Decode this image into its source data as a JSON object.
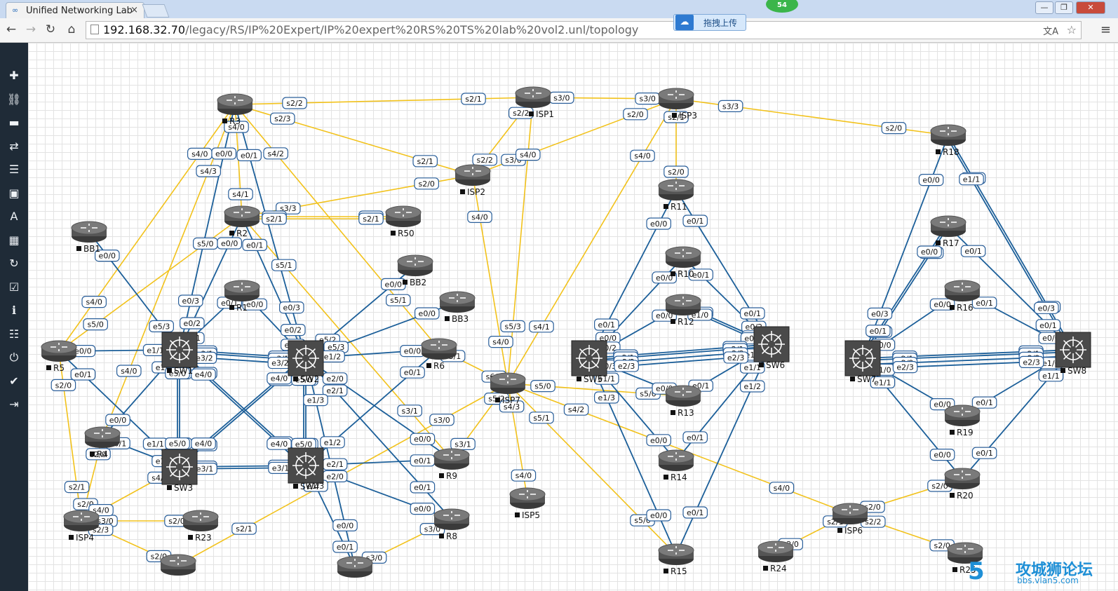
{
  "browser": {
    "tab_title": "Unified Networking Lab",
    "tab_close": "×",
    "url_host": "192.168.32.70",
    "url_path": "/legacy/RS/IP%20Expert/IP%20expert%20RS%20TS%20lab%20vol2.unl/topology",
    "notification_count": "54",
    "upload_button": "拖拽上传",
    "window_controls": [
      "—",
      "❐",
      "✕"
    ]
  },
  "sidebar": {
    "items": [
      {
        "name": "add-object-icon",
        "glyph": "✚"
      },
      {
        "name": "link-icon",
        "glyph": "⛓"
      },
      {
        "name": "nodes-icon",
        "glyph": "▬"
      },
      {
        "name": "networks-icon",
        "glyph": "⇄"
      },
      {
        "name": "configs-icon",
        "glyph": "☰"
      },
      {
        "name": "pictures-icon",
        "glyph": "▣"
      },
      {
        "name": "text-icon",
        "glyph": "A"
      },
      {
        "name": "grid-icon",
        "glyph": "▦"
      },
      {
        "name": "refresh-icon",
        "glyph": "↻"
      },
      {
        "name": "status-icon",
        "glyph": "☑"
      },
      {
        "name": "info-icon",
        "glyph": "ℹ"
      },
      {
        "name": "list-icon",
        "glyph": "☷"
      },
      {
        "name": "power-icon",
        "glyph": "⏻"
      },
      {
        "name": "check-icon",
        "glyph": "✔"
      },
      {
        "name": "logout-icon",
        "glyph": "⇥"
      }
    ]
  },
  "colors": {
    "serial_link": "#f2c21b",
    "ethernet_link": "#1c5f99",
    "sidebar_bg": "#1f2b37",
    "device": "#555555"
  },
  "topology": {
    "nodes": [
      {
        "id": "R3",
        "label": "R3",
        "type": "router"
      },
      {
        "id": "ISP1",
        "label": "ISP1",
        "type": "router"
      },
      {
        "id": "ISP3",
        "label": "ISP3",
        "type": "router"
      },
      {
        "id": "R18",
        "label": "R18",
        "type": "router"
      },
      {
        "id": "ISP2",
        "label": "ISP2",
        "type": "router"
      },
      {
        "id": "R11",
        "label": "R11",
        "type": "router"
      },
      {
        "id": "R2",
        "label": "R2",
        "type": "router"
      },
      {
        "id": "R50",
        "label": "R50",
        "type": "router"
      },
      {
        "id": "BB1",
        "label": "BB1",
        "type": "router"
      },
      {
        "id": "R17",
        "label": "R17",
        "type": "router"
      },
      {
        "id": "R10",
        "label": "R10",
        "type": "router"
      },
      {
        "id": "BB2",
        "label": "BB2",
        "type": "router"
      },
      {
        "id": "R1",
        "label": "R1",
        "type": "router"
      },
      {
        "id": "BB3",
        "label": "BB3",
        "type": "router"
      },
      {
        "id": "R12",
        "label": "R12",
        "type": "router"
      },
      {
        "id": "R16",
        "label": "R16",
        "type": "router"
      },
      {
        "id": "R5",
        "label": "R5",
        "type": "router"
      },
      {
        "id": "SW1",
        "label": "SW1",
        "type": "switch"
      },
      {
        "id": "SW2",
        "label": "SW2",
        "type": "switch"
      },
      {
        "id": "R6",
        "label": "R6",
        "type": "router"
      },
      {
        "id": "SW5",
        "label": "SW5",
        "type": "switch"
      },
      {
        "id": "SW6",
        "label": "SW6",
        "type": "switch"
      },
      {
        "id": "SW7",
        "label": "SW7",
        "type": "switch"
      },
      {
        "id": "SW8",
        "label": "SW8",
        "type": "switch"
      },
      {
        "id": "ISP7",
        "label": "ISP7",
        "type": "router"
      },
      {
        "id": "R13",
        "label": "R13",
        "type": "router"
      },
      {
        "id": "R19",
        "label": "R19",
        "type": "router"
      },
      {
        "id": "R4",
        "label": "R4",
        "type": "router"
      },
      {
        "id": "SW3",
        "label": "SW3",
        "type": "switch"
      },
      {
        "id": "SW4",
        "label": "SW4",
        "type": "switch"
      },
      {
        "id": "R9",
        "label": "R9",
        "type": "router"
      },
      {
        "id": "R14",
        "label": "R14",
        "type": "router"
      },
      {
        "id": "R20",
        "label": "R20",
        "type": "router"
      },
      {
        "id": "ISP5",
        "label": "ISP5",
        "type": "router"
      },
      {
        "id": "ISP4",
        "label": "ISP4",
        "type": "router"
      },
      {
        "id": "R23",
        "label": "R23",
        "type": "router"
      },
      {
        "id": "R8",
        "label": "R8",
        "type": "router"
      },
      {
        "id": "ISP6",
        "label": "ISP6",
        "type": "router"
      },
      {
        "id": "R24",
        "label": "R24",
        "type": "router"
      },
      {
        "id": "R15",
        "label": "R15",
        "type": "router"
      },
      {
        "id": "R25",
        "label": "R25",
        "type": "router"
      },
      {
        "id": "R7",
        "label": "",
        "type": "router"
      },
      {
        "id": "R22",
        "label": "",
        "type": "router"
      }
    ],
    "links": [
      [
        "R3",
        "ISP1",
        "serial",
        "s2/2",
        "s2/1"
      ],
      [
        "ISP1",
        "ISP3",
        "serial",
        "s3/0",
        "s3/0"
      ],
      [
        "ISP3",
        "R18",
        "serial",
        "s3/3",
        "s2/0"
      ],
      [
        "R3",
        "ISP2",
        "serial",
        "s2/3",
        "s2/1"
      ],
      [
        "ISP1",
        "ISP2",
        "serial",
        "s2/2",
        "s2/2"
      ],
      [
        "ISP3",
        "ISP2",
        "serial",
        "s2/0",
        "s3/0"
      ],
      [
        "ISP1",
        "ISP7",
        "serial",
        "s4/0",
        "s5/3"
      ],
      [
        "ISP3",
        "R11",
        "serial",
        "s2/1",
        "s2/0"
      ],
      [
        "ISP3",
        "ISP7",
        "serial",
        "s4/0",
        "s4/1"
      ],
      [
        "R2",
        "ISP2",
        "serial",
        "s3/3",
        "s2/0"
      ],
      [
        "ISP2",
        "ISP7",
        "serial",
        "s4/0",
        "s4/0"
      ],
      [
        "R2",
        "R50",
        "serial",
        "s2/0",
        "s2/0"
      ],
      [
        "R2",
        "R50",
        "serial",
        "s2/1",
        "s2/1"
      ],
      [
        "R3",
        "R2",
        "serial",
        "s4/0",
        "s4/1"
      ],
      [
        "R3",
        "R5",
        "serial",
        "s4/0",
        "s4/0"
      ],
      [
        "R3",
        "R4",
        "serial",
        "s4/3",
        "s4/0"
      ],
      [
        "R3",
        "R6",
        "serial",
        "s4/2",
        "s5/1"
      ],
      [
        "R2",
        "R5",
        "serial",
        "s5/0",
        "s5/0"
      ],
      [
        "R2",
        "R9",
        "serial",
        "s5/1",
        "s3/1"
      ],
      [
        "R5",
        "ISP4",
        "serial",
        "s2/0",
        "s2/1"
      ],
      [
        "R4",
        "ISP4",
        "serial",
        "s2/0",
        "s2/0"
      ],
      [
        "ISP7",
        "R6",
        "serial",
        "s6/0",
        "s3/1"
      ],
      [
        "ISP7",
        "R9",
        "serial",
        "s5/2",
        "s3/1"
      ],
      [
        "ISP7",
        "ISP5",
        "serial",
        "s4/3",
        "s4/0"
      ],
      [
        "ISP7",
        "R13",
        "serial",
        "s5/0",
        "s5/0"
      ],
      [
        "ISP7",
        "ISP6",
        "serial",
        "s4/2",
        "s4/0"
      ],
      [
        "ISP7",
        "R15",
        "serial",
        "s5/1",
        "s5/0"
      ],
      [
        "ISP7",
        "R22",
        "serial",
        "s3/0",
        "s2/1"
      ],
      [
        "ISP4",
        "R23",
        "serial",
        "s3/0",
        "s2/0"
      ],
      [
        "ISP4",
        "R22",
        "serial",
        "s2/3",
        "s2/0"
      ],
      [
        "ISP4",
        "SW3",
        "serial",
        "s4/0",
        "s4/0"
      ],
      [
        "R7",
        "R8",
        "serial",
        "s3/0",
        "s3/0"
      ],
      [
        "ISP6",
        "R20",
        "serial",
        "s2/0",
        "s2/0"
      ],
      [
        "ISP6",
        "R24",
        "serial",
        "s2/1",
        "s2/0"
      ],
      [
        "ISP6",
        "R25",
        "serial",
        "s2/2",
        "s2/0"
      ],
      [
        "R3",
        "SW1",
        "ethernet",
        "e0/0",
        "e0/3"
      ],
      [
        "R3",
        "SW2",
        "ethernet",
        "e0/1",
        "e0/3"
      ],
      [
        "BB1",
        "SW1",
        "ethernet",
        "e0/0",
        "e5/3"
      ],
      [
        "R2",
        "SW1",
        "ethernet",
        "e0/0",
        "e0/2"
      ],
      [
        "R2",
        "SW2",
        "ethernet",
        "e0/1",
        "e0/2"
      ],
      [
        "R1",
        "SW1",
        "ethernet",
        "e0/1",
        "e0/1"
      ],
      [
        "R1",
        "SW2",
        "ethernet",
        "e0/0",
        "e0/1"
      ],
      [
        "BB2",
        "SW2",
        "ethernet",
        "e0/0",
        "e5/2"
      ],
      [
        "BB3",
        "SW2",
        "ethernet",
        "e0/0",
        "e5/3"
      ],
      [
        "R5",
        "SW1",
        "ethernet",
        "e0/0",
        "e1/1"
      ],
      [
        "R5",
        "SW3",
        "ethernet",
        "e0/1",
        "e1/1"
      ],
      [
        "R6",
        "SW2",
        "ethernet",
        "e0/0",
        "e1/2"
      ],
      [
        "R6",
        "SW4",
        "ethernet",
        "e0/1",
        "e1/2"
      ],
      [
        "R4",
        "SW1",
        "ethernet",
        "e0/0",
        "e1/0"
      ],
      [
        "R4",
        "SW3",
        "ethernet",
        "e0/1",
        "e1/0"
      ],
      [
        "R9",
        "SW2",
        "ethernet",
        "e0/0",
        "e2/0"
      ],
      [
        "R9",
        "SW4",
        "ethernet",
        "e0/1",
        "e2/1"
      ],
      [
        "R8",
        "SW2",
        "ethernet",
        "e0/1",
        "e2/1"
      ],
      [
        "R8",
        "SW4",
        "ethernet",
        "e0/0",
        "e2/0"
      ],
      [
        "R7",
        "SW4",
        "ethernet",
        "e0/1",
        "e1/3"
      ],
      [
        "R7",
        "SW2",
        "ethernet",
        "e0/0",
        "e1/3"
      ],
      [
        "SW1",
        "SW2",
        "ethernet",
        "e3/0",
        "e3/0"
      ],
      [
        "SW1",
        "SW2",
        "ethernet",
        "e3/1",
        "e3/1"
      ],
      [
        "SW1",
        "SW2",
        "ethernet",
        "e3/2",
        "e3/2"
      ],
      [
        "SW1",
        "SW3",
        "ethernet",
        "e5/1",
        "e5/1"
      ],
      [
        "SW1",
        "SW3",
        "ethernet",
        "e5/0",
        "e5/0"
      ],
      [
        "SW1",
        "SW4",
        "ethernet",
        "e4/1",
        "e4/1"
      ],
      [
        "SW1",
        "SW4",
        "ethernet",
        "e4/0",
        "e4/0"
      ],
      [
        "SW2",
        "SW3",
        "ethernet",
        "e4/1",
        "e4/1"
      ],
      [
        "SW2",
        "SW3",
        "ethernet",
        "e4/0",
        "e4/0"
      ],
      [
        "SW2",
        "SW4",
        "ethernet",
        "e5/1",
        "e5/1"
      ],
      [
        "SW2",
        "SW4",
        "ethernet",
        "e5/0",
        "e5/0"
      ],
      [
        "SW3",
        "SW4",
        "ethernet",
        "e3/0",
        "e3/0"
      ],
      [
        "SW3",
        "SW4",
        "ethernet",
        "e3/1",
        "e3/1"
      ],
      [
        "R11",
        "SW5",
        "ethernet",
        "e0/0",
        "e0/1"
      ],
      [
        "R11",
        "SW6",
        "ethernet",
        "e0/1",
        "e0/1"
      ],
      [
        "R10",
        "SW5",
        "ethernet",
        "e0/0",
        "e0/0"
      ],
      [
        "R10",
        "SW6",
        "ethernet",
        "e0/1",
        "e0/2"
      ],
      [
        "R12",
        "SW5",
        "ethernet",
        "e0/0",
        "e0/2"
      ],
      [
        "R12",
        "SW6",
        "ethernet",
        "e0/1",
        "e0/3"
      ],
      [
        "R12",
        "SW6",
        "ethernet",
        "e1/0",
        "e0/3"
      ],
      [
        "R13",
        "SW5",
        "ethernet",
        "e0/0",
        "e0/3"
      ],
      [
        "R13",
        "SW6",
        "ethernet",
        "e0/1",
        "e1/0"
      ],
      [
        "R14",
        "SW5",
        "ethernet",
        "e0/0",
        "e1/1"
      ],
      [
        "R14",
        "SW6",
        "ethernet",
        "e0/1",
        "e1/1"
      ],
      [
        "R15",
        "SW5",
        "ethernet",
        "e0/0",
        "e1/3"
      ],
      [
        "R15",
        "SW6",
        "ethernet",
        "e0/1",
        "e1/2"
      ],
      [
        "SW5",
        "SW6",
        "ethernet",
        "e2/0",
        "e2/0"
      ],
      [
        "SW5",
        "SW6",
        "ethernet",
        "e2/1",
        "e2/1"
      ],
      [
        "SW5",
        "SW6",
        "ethernet",
        "e2/2",
        "e2/2"
      ],
      [
        "SW5",
        "SW6",
        "ethernet",
        "e2/3",
        "e2/3"
      ],
      [
        "R18",
        "SW7",
        "ethernet",
        "e0/0",
        "e0/3"
      ],
      [
        "R18",
        "SW8",
        "ethernet",
        "e1/0",
        "e0/2"
      ],
      [
        "R18",
        "SW8",
        "ethernet",
        "e1/1",
        "e0/3"
      ],
      [
        "R17",
        "SW7",
        "ethernet",
        "e1/0",
        "e0/2"
      ],
      [
        "R17",
        "SW7",
        "ethernet",
        "e0/0",
        "e0/1"
      ],
      [
        "R17",
        "SW8",
        "ethernet",
        "e0/1",
        "e0/1"
      ],
      [
        "R16",
        "SW7",
        "ethernet",
        "e0/0",
        "e0/0"
      ],
      [
        "R16",
        "SW8",
        "ethernet",
        "e0/1",
        "e0/0"
      ],
      [
        "R19",
        "SW7",
        "ethernet",
        "e0/0",
        "e1/0"
      ],
      [
        "R19",
        "SW8",
        "ethernet",
        "e0/1",
        "e1/0"
      ],
      [
        "R20",
        "SW7",
        "ethernet",
        "e0/0",
        "e1/1"
      ],
      [
        "R20",
        "SW8",
        "ethernet",
        "e0/1",
        "e1/1"
      ],
      [
        "SW7",
        "SW8",
        "ethernet",
        "e2/0",
        "e2/0"
      ],
      [
        "SW7",
        "SW8",
        "ethernet",
        "e2/1",
        "e2/1"
      ],
      [
        "SW7",
        "SW8",
        "ethernet",
        "e2/2",
        "e2/2"
      ],
      [
        "SW7",
        "SW8",
        "ethernet",
        "e2/3",
        "e2/3"
      ]
    ]
  },
  "watermark": {
    "logo_text": "5",
    "title": "攻城狮论坛",
    "site": "bbs.vlan5.com"
  }
}
